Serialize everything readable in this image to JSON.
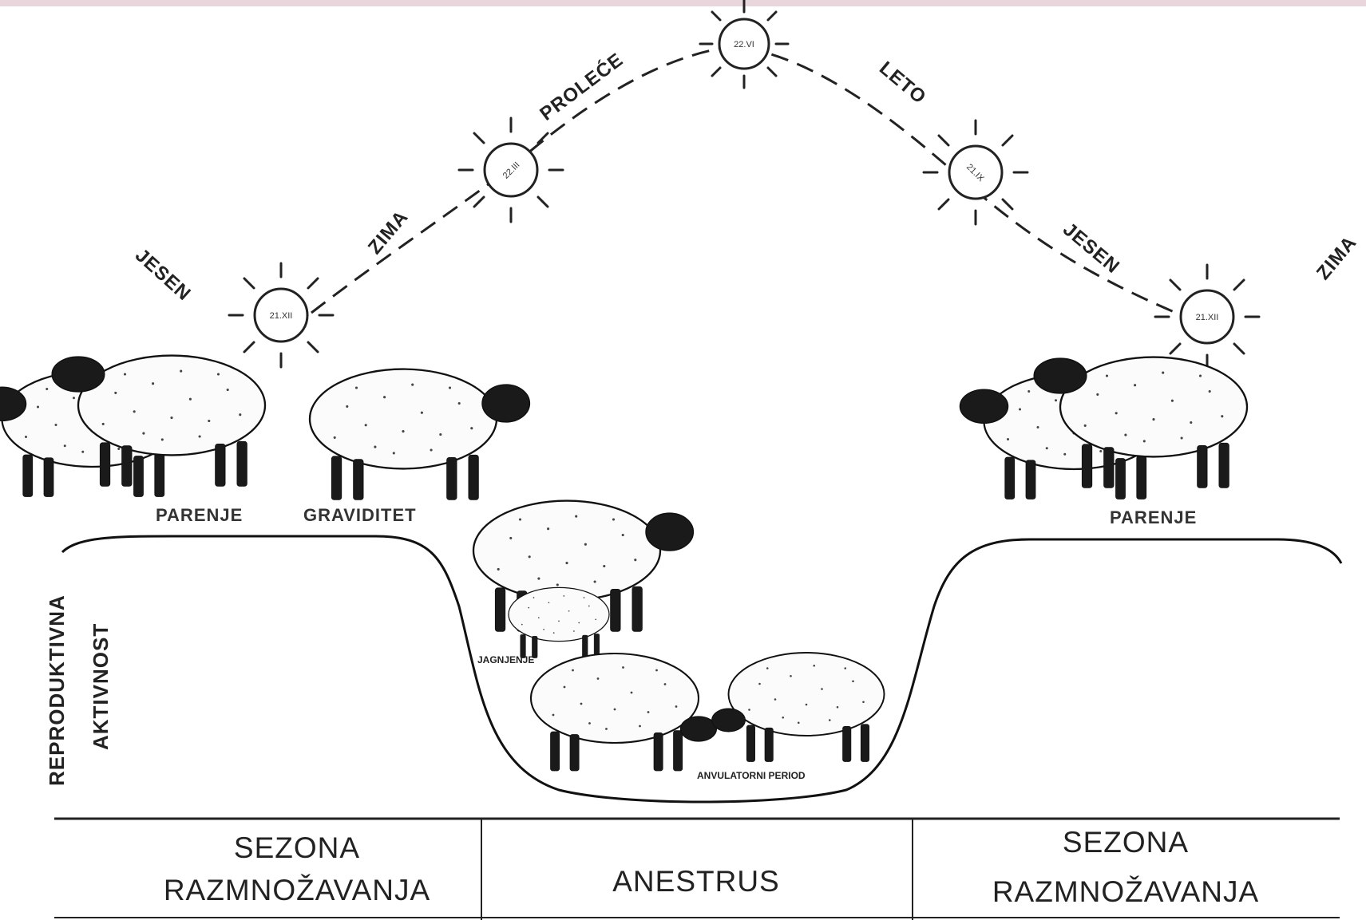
{
  "seasons": {
    "autumn_left": "JESEN",
    "winter_left": "ZIMA",
    "spring": "PROLEĆE",
    "summer": "LETO",
    "autumn_right": "JESEN",
    "winter_right": "ZIMA"
  },
  "suns": [
    {
      "date": "21.XII"
    },
    {
      "date": "22.III"
    },
    {
      "date": "22.VI"
    },
    {
      "date": "21.IX"
    },
    {
      "date": "21.XII"
    }
  ],
  "stages": {
    "mating_left": "PARENJE",
    "pregnancy": "GRAVIDITET",
    "lambing": "JAGNJENJE",
    "anovulatory": "ANVULATORNI PERIOD",
    "mating_right": "PARENJE"
  },
  "axis": {
    "line1": "REPRODUKTIVNA",
    "line2": "AKTIVNOST"
  },
  "table": {
    "left_line1": "SEZONA",
    "left_line2": "RAZMNOŽAVANJA",
    "middle": "ANESTRUS",
    "right_line1": "SEZONA",
    "right_line2": "RAZMNOŽAVANJA"
  },
  "colors": {
    "top_border": "#e8d6dc",
    "ink": "#111111"
  }
}
